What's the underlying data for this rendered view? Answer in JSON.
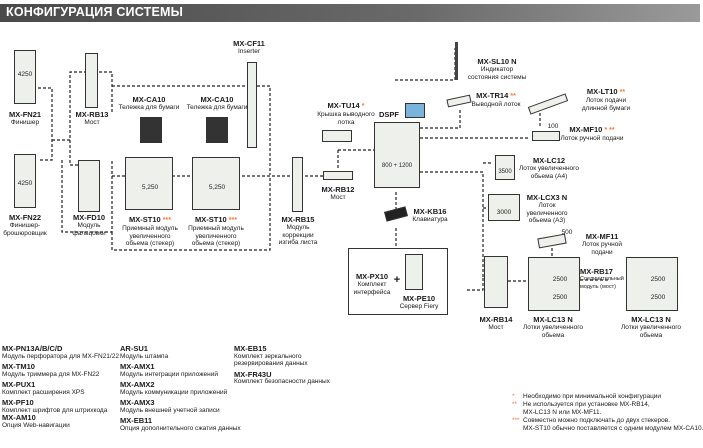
{
  "header": {
    "title": "КОНФИГУРАЦИЯ СИСТЕМЫ"
  },
  "devices": {
    "fn21": {
      "model": "MX-FN21",
      "desc": "Финишер",
      "capacity": "4250"
    },
    "fn22": {
      "model": "MX-FN22",
      "desc1": "Финишер-",
      "desc2": "брошюровщик",
      "capacity": "4250"
    },
    "rb13": {
      "model": "MX-RB13",
      "desc": "Мост"
    },
    "fd10": {
      "model": "MX-FD10",
      "desc1": "Модуль",
      "desc2": "фальцовки"
    },
    "ca10_1": {
      "model": "MX-CA10",
      "desc": "Тележка для бумаги"
    },
    "ca10_2": {
      "model": "MX-CA10",
      "desc": "Тележка для бумаги"
    },
    "cf11": {
      "model": "MX-CF11",
      "desc": "Inserter"
    },
    "st10_1": {
      "model": "MX-ST10",
      "stars": "***",
      "desc1": "Приемный модуль",
      "desc2": "увеличенного",
      "desc3": "обьема (стекер)",
      "capacity": "5,250"
    },
    "st10_2": {
      "model": "MX-ST10",
      "stars": "***",
      "desc1": "Приемный модуль",
      "desc2": "увеличенного",
      "desc3": "обьема (стекер)",
      "capacity": "5,250"
    },
    "rb15": {
      "model": "MX-RB15",
      "desc1": "Модуль",
      "desc2": "коррекции",
      "desc3": "изгиба листа"
    },
    "tu14": {
      "model": "MX-TU14",
      "stars": "*",
      "desc1": "Крышка выводного",
      "desc2": "лотка"
    },
    "rb12": {
      "model": "MX-RB12",
      "desc": "Мост"
    },
    "main": {
      "dspf": "DSPF",
      "capacity": "800 + 1200"
    },
    "sl10n": {
      "model": "MX-SL10 N",
      "desc1": "Индикатор",
      "desc2": "состояния системы"
    },
    "tr14": {
      "model": "MX-TR14",
      "stars": "**",
      "desc": "Выводной лоток"
    },
    "lt10": {
      "model": "MX-LT10",
      "stars": "**",
      "desc1": "Лоток подачи",
      "desc2": "длинной бумаги"
    },
    "mf10": {
      "model": "MX-MF10",
      "stars": "* **",
      "desc": "Лоток ручной подачи",
      "capacity": "100"
    },
    "lc12": {
      "model": "MX-LC12",
      "desc1": "Лоток увеличенного",
      "desc2": "обьема (А4)",
      "capacity": "3500"
    },
    "lcx3n": {
      "model": "MX-LCX3 N",
      "desc1": "Лоток",
      "desc2": "увеличенного",
      "desc3": "обьема (А3)",
      "capacity": "3000"
    },
    "kb16": {
      "model": "MX-KB16",
      "desc": "Клавиатура"
    },
    "px10": {
      "model": "MX-PX10",
      "desc1": "Комплект",
      "desc2": "интерфейса",
      "plus": "+"
    },
    "pe10": {
      "model": "MX-PE10",
      "desc": "Сервер Fiery"
    },
    "mf11": {
      "model": "MX-MF11",
      "desc1": "Лоток ручной",
      "desc2": "подачи",
      "capacity": "500"
    },
    "rb14": {
      "model": "MX-RB14",
      "desc": "Мост"
    },
    "lc13n_1": {
      "model": "MX-LC13 N",
      "desc1": "Лотки увеличенного",
      "desc2": "обьема",
      "capacity_top": "2500",
      "capacity_bottom": "2500"
    },
    "rb17": {
      "model": "MX-RB17",
      "desc1": "Соединительный",
      "desc2": "модуль (мост)"
    },
    "lc13n_2": {
      "model": "MX-LC13 N",
      "desc1": "Лотки увеличенного",
      "desc2": "обьема",
      "capacity_top": "2500",
      "capacity_bottom": "2500"
    }
  },
  "options": [
    [
      {
        "model": "MX-PN13A/B/C/D",
        "desc": "Модуль перфоратора для MX-FN21/22"
      },
      {
        "model": "MX-TM10",
        "desc": "Модуль триммера для MX-FN22"
      },
      {
        "model": "MX-PUX1",
        "desc": "Комплект расширения XPS"
      },
      {
        "model": "MX-PF10",
        "desc": "Комплект шрифтов для штрихкода"
      },
      {
        "model": "MX-AM10",
        "desc": "Опция Web-навигации"
      }
    ],
    [
      {
        "model": "AR-SU1",
        "desc": "Модуль штампа"
      },
      {
        "model": "MX-AMX1",
        "desc": "Модуль интеграции приложений"
      },
      {
        "model": "MX-AMX2",
        "desc": "Модуль коммуникации приложений"
      },
      {
        "model": "MX-AMX3",
        "desc": "Модуль внешней учетной записи"
      },
      {
        "model": "MX-EB11",
        "desc": "Опция дополнительного сжатия данных"
      }
    ],
    [
      {
        "model": "MX-EB15",
        "desc": "Комплект зеркального",
        "desc2": "резервирования данных"
      },
      {
        "model": "MX-FR43U",
        "desc": "Комплект безопасности данных"
      }
    ]
  ],
  "notes": [
    {
      "stars": "*",
      "line1": "Необходимо при минимальной конфигурации"
    },
    {
      "stars": "**",
      "line1": "Не используется при установке MX-RB14,",
      "line2": "MX-LC13 N или MX-MF11."
    },
    {
      "stars": "***",
      "line1": "Совместно можно подключать до двух стекеров.",
      "line2": "MX-ST10 обычно поставляется с одним модулем MX-CA10."
    }
  ],
  "colors": {
    "accent_star": "#f07a3a",
    "header_bg": "#555555",
    "screen": "#7ab4dc"
  }
}
